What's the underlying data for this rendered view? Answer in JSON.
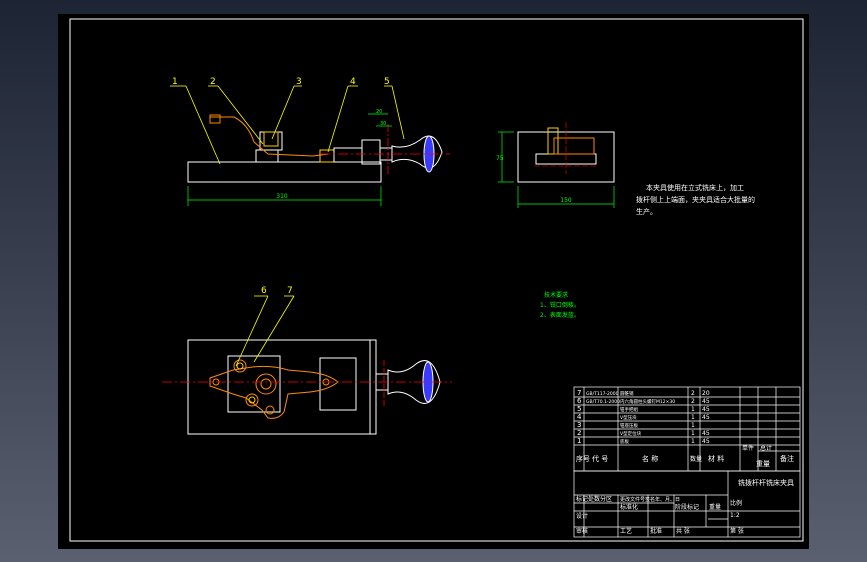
{
  "balloons": {
    "b1": "1",
    "b2": "2",
    "b3": "3",
    "b4": "4",
    "b5": "5",
    "b6": "6",
    "b7": "7"
  },
  "dims": {
    "front_length": "310",
    "side_width": "150",
    "side_height": "75",
    "small_top": "20",
    "small_mid": "30"
  },
  "notes": {
    "desc_line1": "本夹具使用在立式铣床上，加工",
    "desc_line2": "拨杆侧上上端面，夹夹具适合大批量的",
    "desc_line3": "生产。",
    "tech_title": "技术要求",
    "tech_1": "1、钳口倒棱。",
    "tech_2": "2、表面发蓝。"
  },
  "bom": {
    "rows": [
      {
        "no": "7",
        "code": "GB/T117-2000",
        "name": "圆锥销",
        "qty": "2",
        "material": "20",
        "remark": ""
      },
      {
        "no": "6",
        "code": "GB/T70.1-2000",
        "name": "内六角圆柱头螺钉M12×30",
        "qty": "2",
        "material": "45",
        "remark": ""
      },
      {
        "no": "5",
        "code": "",
        "name": "钳手把组",
        "qty": "1",
        "material": "45",
        "remark": ""
      },
      {
        "no": "4",
        "code": "",
        "name": "V型压块",
        "qty": "1",
        "material": "45",
        "remark": ""
      },
      {
        "no": "3",
        "code": "",
        "name": "钳座压板",
        "qty": "1",
        "material": "",
        "remark": ""
      },
      {
        "no": "2",
        "code": "",
        "name": "V型定位块",
        "qty": "1",
        "material": "45",
        "remark": ""
      },
      {
        "no": "1",
        "code": "",
        "name": "底板",
        "qty": "1",
        "material": "45",
        "remark": ""
      }
    ],
    "header": {
      "no": "序号",
      "code": "代  号",
      "name": "名  称",
      "qty": "数量",
      "material": "材  料",
      "weight_single": "单件",
      "weight_total": "总计",
      "weight_label": "重量",
      "remark": "备注"
    }
  },
  "title_block": {
    "change_label": "标记处数分区",
    "change_doc": "更改文件号签名年、月、日",
    "designer_label": "设计",
    "standardize_label": "标准化",
    "stage_label": "阶段标记",
    "weight_label": "重量",
    "scale_label": "比例",
    "scale_value": "1:2",
    "title": "铣拨杆杆铣床夹具",
    "review_label": "审核",
    "craft_label": "工艺",
    "approve_label": "批准",
    "sheet_total_label": "共  张",
    "sheet_no_label": "第  张"
  },
  "colors": {
    "background": "#000000",
    "outline": "#ffffff",
    "dimension": "#00ff00",
    "leader": "#ffff00",
    "centerline": "#ff0000",
    "handle": "#3a3aff",
    "clamp_part": "#ff8c00"
  }
}
